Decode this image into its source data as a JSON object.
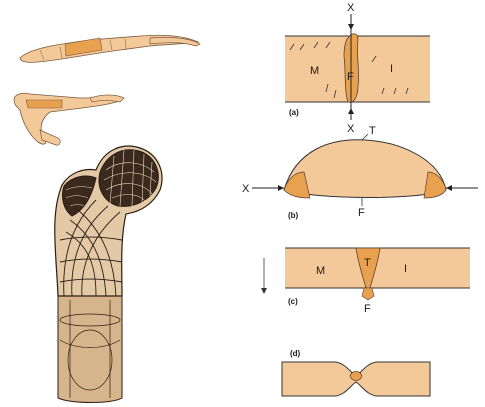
{
  "colors": {
    "body": "#f3c99a",
    "tissue_dark": "#e8a14e",
    "outline": "#5a4030",
    "bone_shade": "#d6b48c",
    "bone_dark": "#2b1e14"
  },
  "panel_a": {
    "label": "(a)",
    "axis_top": "X",
    "axis_bottom": "X",
    "region_left": "M",
    "region_mid": "F",
    "region_right": "I"
  },
  "panel_b": {
    "label": "(b)",
    "top_label": "T",
    "bottom_label": "F",
    "axis_left": "X"
  },
  "panel_c": {
    "label": "(c)",
    "region_left": "M",
    "region_mid": "T",
    "region_right": "I",
    "bottom_label": "F"
  },
  "panel_d": {
    "label": "(d)"
  },
  "left_figures": {
    "claw_top": "crustacean-claw-extended",
    "claw_bottom": "crustacean-claw-flexed",
    "bone": "femur-trabecular-structure"
  }
}
